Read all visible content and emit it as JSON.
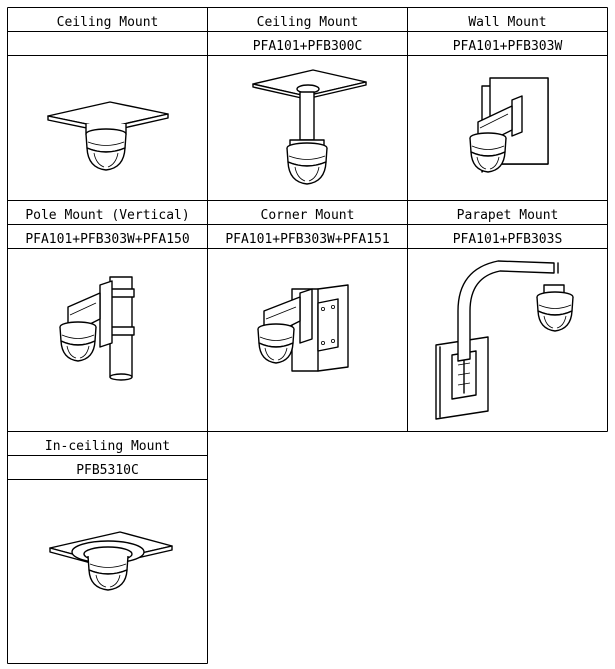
{
  "mounts": [
    {
      "title": "Ceiling Mount",
      "model": "",
      "icon": "ceiling-mount-illustration"
    },
    {
      "title": "Ceiling Mount",
      "model": "PFA101+PFB300C",
      "icon": "pendant-mount-illustration"
    },
    {
      "title": "Wall Mount",
      "model": "PFA101+PFB303W",
      "icon": "wall-mount-illustration"
    },
    {
      "title": "Pole Mount (Vertical)",
      "model": "PFA101+PFB303W+PFA150",
      "icon": "pole-mount-illustration"
    },
    {
      "title": "Corner Mount",
      "model": "PFA101+PFB303W+PFA151",
      "icon": "corner-mount-illustration"
    },
    {
      "title": "Parapet Mount",
      "model": "PFA101+PFB303S",
      "icon": "parapet-mount-illustration"
    },
    {
      "title": "In-ceiling Mount",
      "model": "PFB5310C",
      "icon": "in-ceiling-mount-illustration"
    }
  ]
}
